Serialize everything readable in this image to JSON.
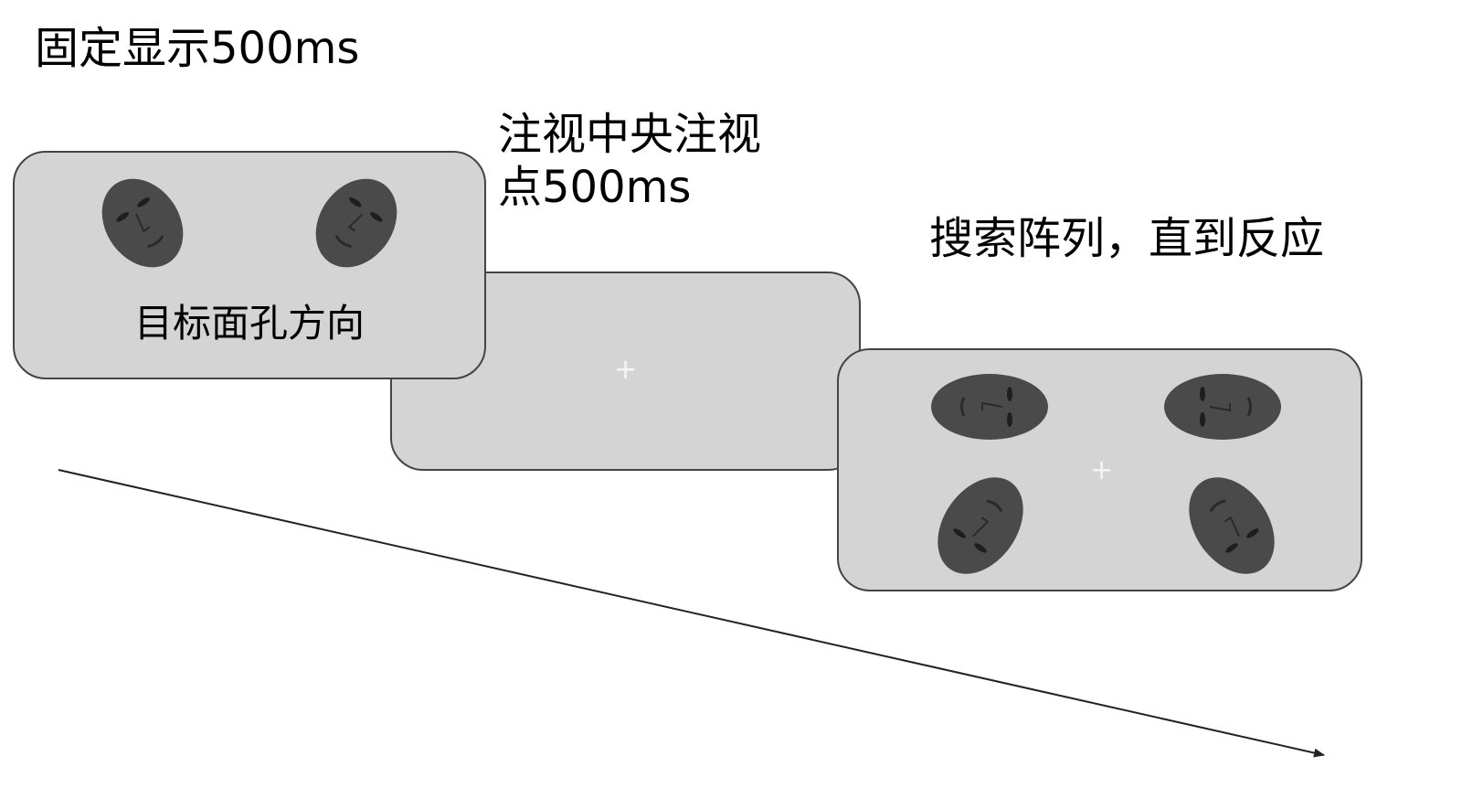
{
  "labels": {
    "fixation": "固定显示500ms",
    "center_line1": "注视中央注视",
    "center_line2": "点500ms",
    "search": "搜索阵列，直到反应",
    "target_caption": "目标面孔方向"
  },
  "symbols": {
    "fixation_cross": "+"
  },
  "colors": {
    "screen_fill": "#d4d4d4",
    "screen_border": "#444444",
    "face_fill": "#4a4a4a",
    "cross": "#f5f5f5",
    "arrow": "#222222"
  }
}
